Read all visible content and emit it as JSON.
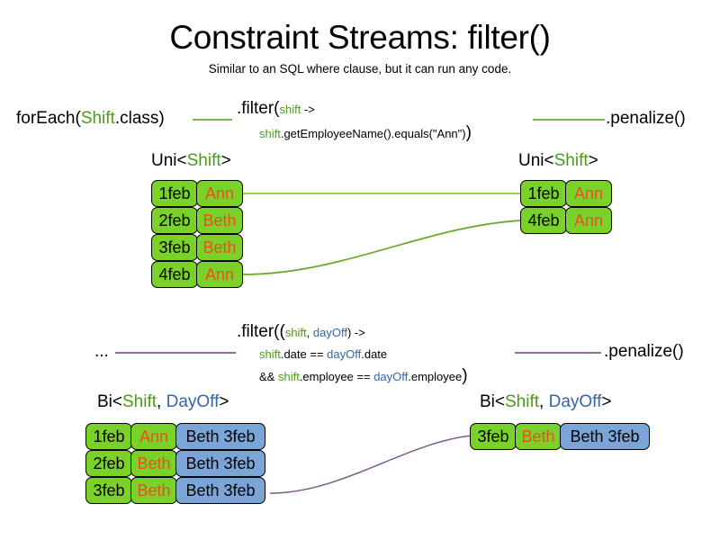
{
  "slide": {
    "title": "Constraint Streams: filter()",
    "subtitle": "Similar to an SQL where clause, but it can run any code."
  },
  "colors": {
    "green_fill": "#7ad12a",
    "blue_fill": "#7ba5d6",
    "name_text": "#e8511f",
    "keyword_green": "#4a9b1c",
    "keyword_blue": "#3465a4",
    "wire_green": "#6aa92b",
    "wire_purple": "#7e5a86",
    "box_border": "#000000"
  },
  "pipeline_uni": {
    "source_prefix": "forEach(",
    "source_type": "Shift",
    "source_suffix": ".class)",
    "filter_line1_pre": ".filter(",
    "filter_line1_var": "shift",
    "filter_line1_post": " ->",
    "filter_line2_var": "shift",
    "filter_line2_rest": ".getEmployeeName().equals(\"Ann\")",
    "filter_line2_close": ")",
    "terminal": ".penalize()"
  },
  "pipeline_bi": {
    "source": "...",
    "filter_l1_pre": ".filter((",
    "filter_l1_v1": "shift",
    "filter_l1_sep": ", ",
    "filter_l1_v2": "dayOff",
    "filter_l1_post": ") ->",
    "filter_l2_v1": "shift",
    "filter_l2_mid": ".date == ",
    "filter_l2_v2": "dayOff",
    "filter_l2_end": ".date",
    "filter_l3_pre": "&& ",
    "filter_l3_v1": "shift",
    "filter_l3_mid": ".employee == ",
    "filter_l3_v2": "dayOff",
    "filter_l3_end": ".employee",
    "filter_l3_close": ")",
    "terminal": ".penalize()"
  },
  "labels": {
    "uni_open": "Uni<",
    "uni_type": "Shift",
    "uni_close": ">",
    "bi_open": "Bi<",
    "bi_type1": "Shift",
    "bi_comma": ", ",
    "bi_type2": "DayOff",
    "bi_close": ">"
  },
  "uni_in": {
    "rows": [
      {
        "date": "1feb",
        "name": "Ann"
      },
      {
        "date": "2feb",
        "name": "Beth"
      },
      {
        "date": "3feb",
        "name": "Beth"
      },
      {
        "date": "4feb",
        "name": "Ann"
      }
    ]
  },
  "uni_out": {
    "rows": [
      {
        "date": "1feb",
        "name": "Ann"
      },
      {
        "date": "4feb",
        "name": "Ann"
      }
    ]
  },
  "bi_in": {
    "rows": [
      {
        "date": "1feb",
        "name": "Ann",
        "dayoff": "Beth 3feb"
      },
      {
        "date": "2feb",
        "name": "Beth",
        "dayoff": "Beth 3feb"
      },
      {
        "date": "3feb",
        "name": "Beth",
        "dayoff": "Beth 3feb"
      }
    ]
  },
  "bi_out": {
    "rows": [
      {
        "date": "3feb",
        "name": "Beth",
        "dayoff": "Beth 3feb"
      }
    ]
  }
}
